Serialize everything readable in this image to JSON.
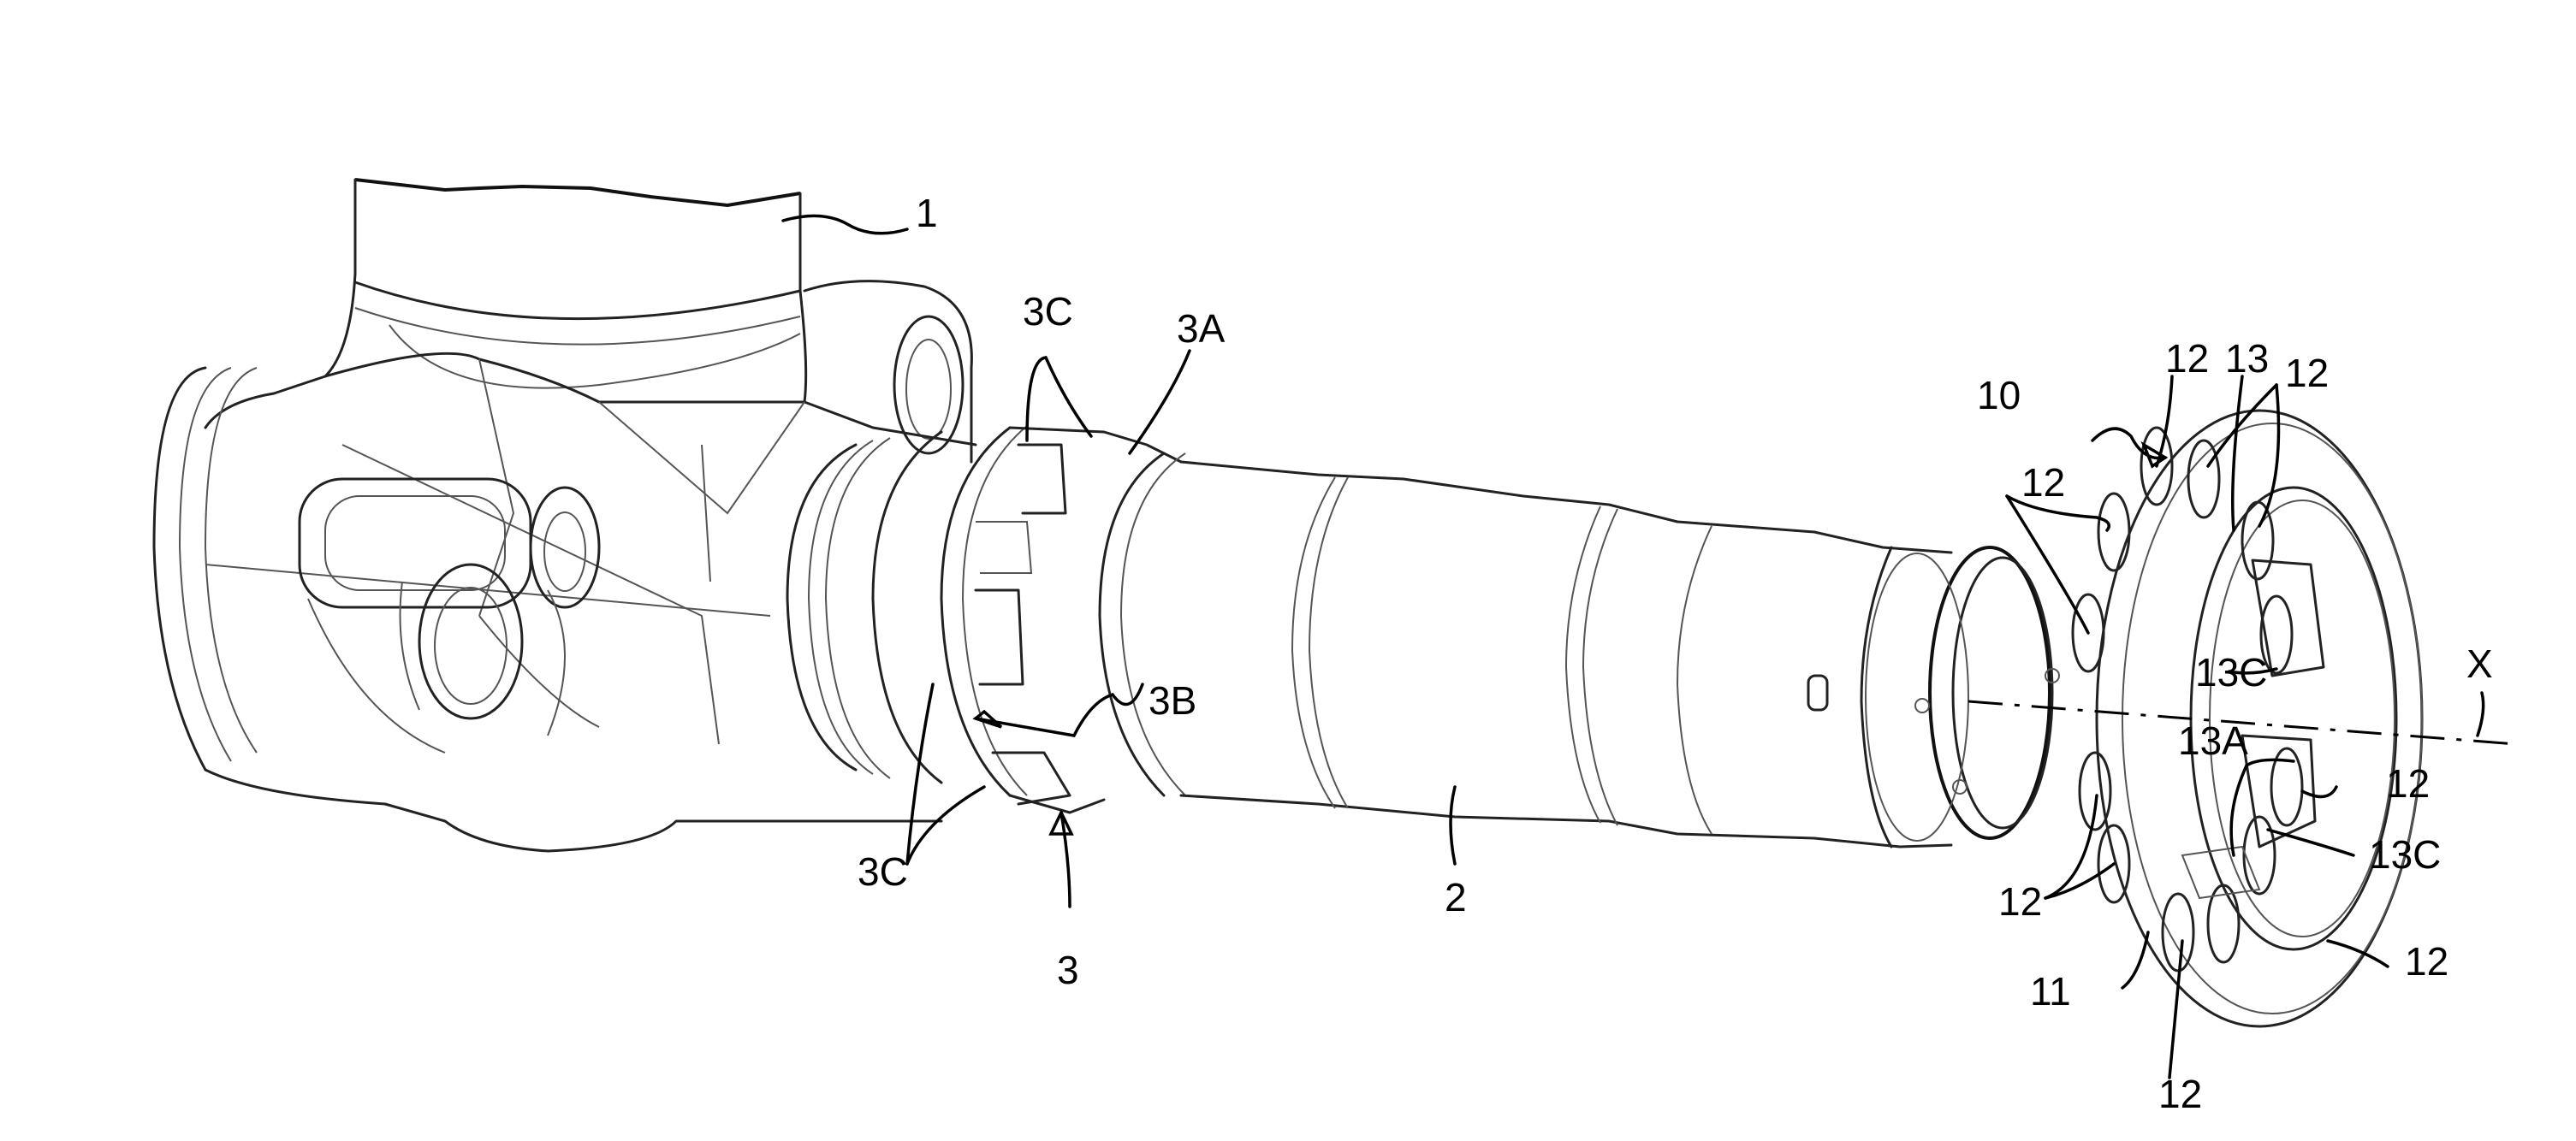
{
  "figure": {
    "labels": {
      "part_1": "1",
      "part_2": "2",
      "part_3": "3",
      "part_3A": "3A",
      "part_3B": "3B",
      "part_3C_top": "3C",
      "part_3C_bottom": "3C",
      "part_10": "10",
      "part_11": "11",
      "hole_12_top_left": "12",
      "hole_12_top_right": "12",
      "hole_12_left": "12",
      "hole_12_lower_left": "12",
      "hole_12_right": "12",
      "hole_12_lower_right": "12",
      "hole_12_bottom": "12",
      "part_13": "13",
      "part_13A": "13A",
      "part_13C_upper": "13C",
      "part_13C_lower": "13C",
      "axis_X": "X"
    }
  }
}
